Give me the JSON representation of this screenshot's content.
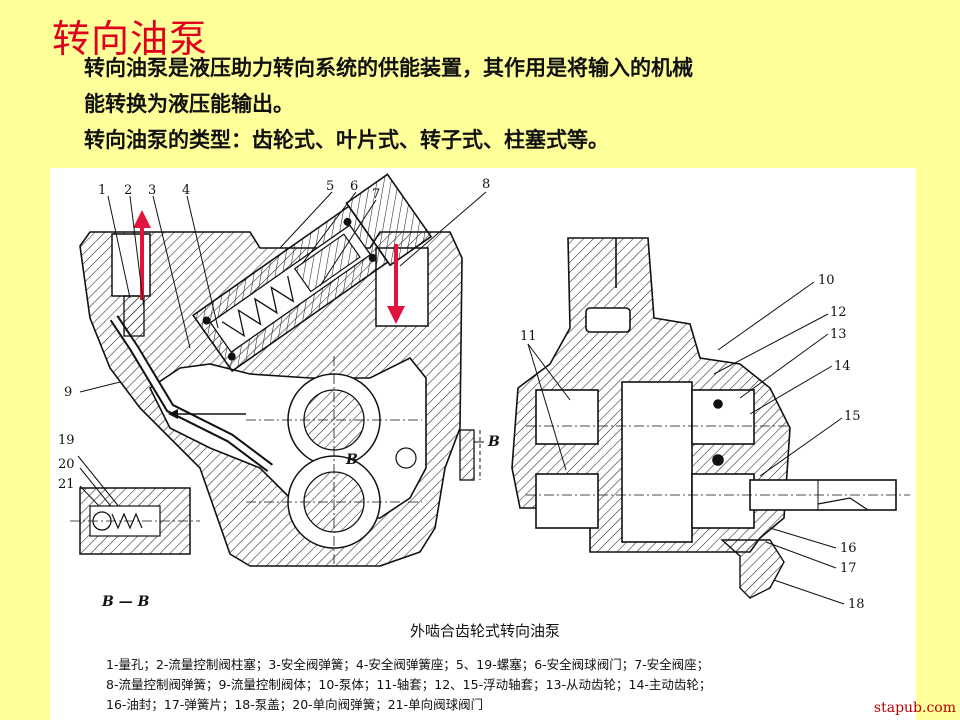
{
  "title": "转向油泵",
  "paragraphs": [
    "转向油泵是液压助力转向系统的供能装置，其作用是将输入的机械",
    "能转换为液压能输出。",
    "转向油泵的类型：齿轮式、叶片式、转子式、柱塞式等。"
  ],
  "figure": {
    "caption": "外啮合齿轮式转向油泵",
    "legend_lines": [
      "1-量孔；2-流量控制阀柱塞；3-安全阀弹簧；4-安全阀弹簧座；5、19-螺塞；6-安全阀球阀门；7-安全阀座；",
      "8-流量控制阀弹簧；9-流量控制阀体；10-泵体；11-轴套；12、15-浮动轴套；13-从动齿轮；14-主动齿轮；",
      "16-油封；17-弹簧片；18-泵盖；20-单向阀弹簧；21-单向阀球阀门"
    ],
    "part_numbers": [
      "1",
      "2",
      "3",
      "4",
      "5",
      "6",
      "7",
      "8",
      "9",
      "10",
      "11",
      "12",
      "13",
      "14",
      "15",
      "16",
      "17",
      "18",
      "19",
      "20",
      "21"
    ],
    "section_labels": {
      "b_left": "B",
      "b_right": "B",
      "section": "B — B"
    },
    "arrow_color": "#e0143c"
  },
  "watermark": "stapub.com"
}
